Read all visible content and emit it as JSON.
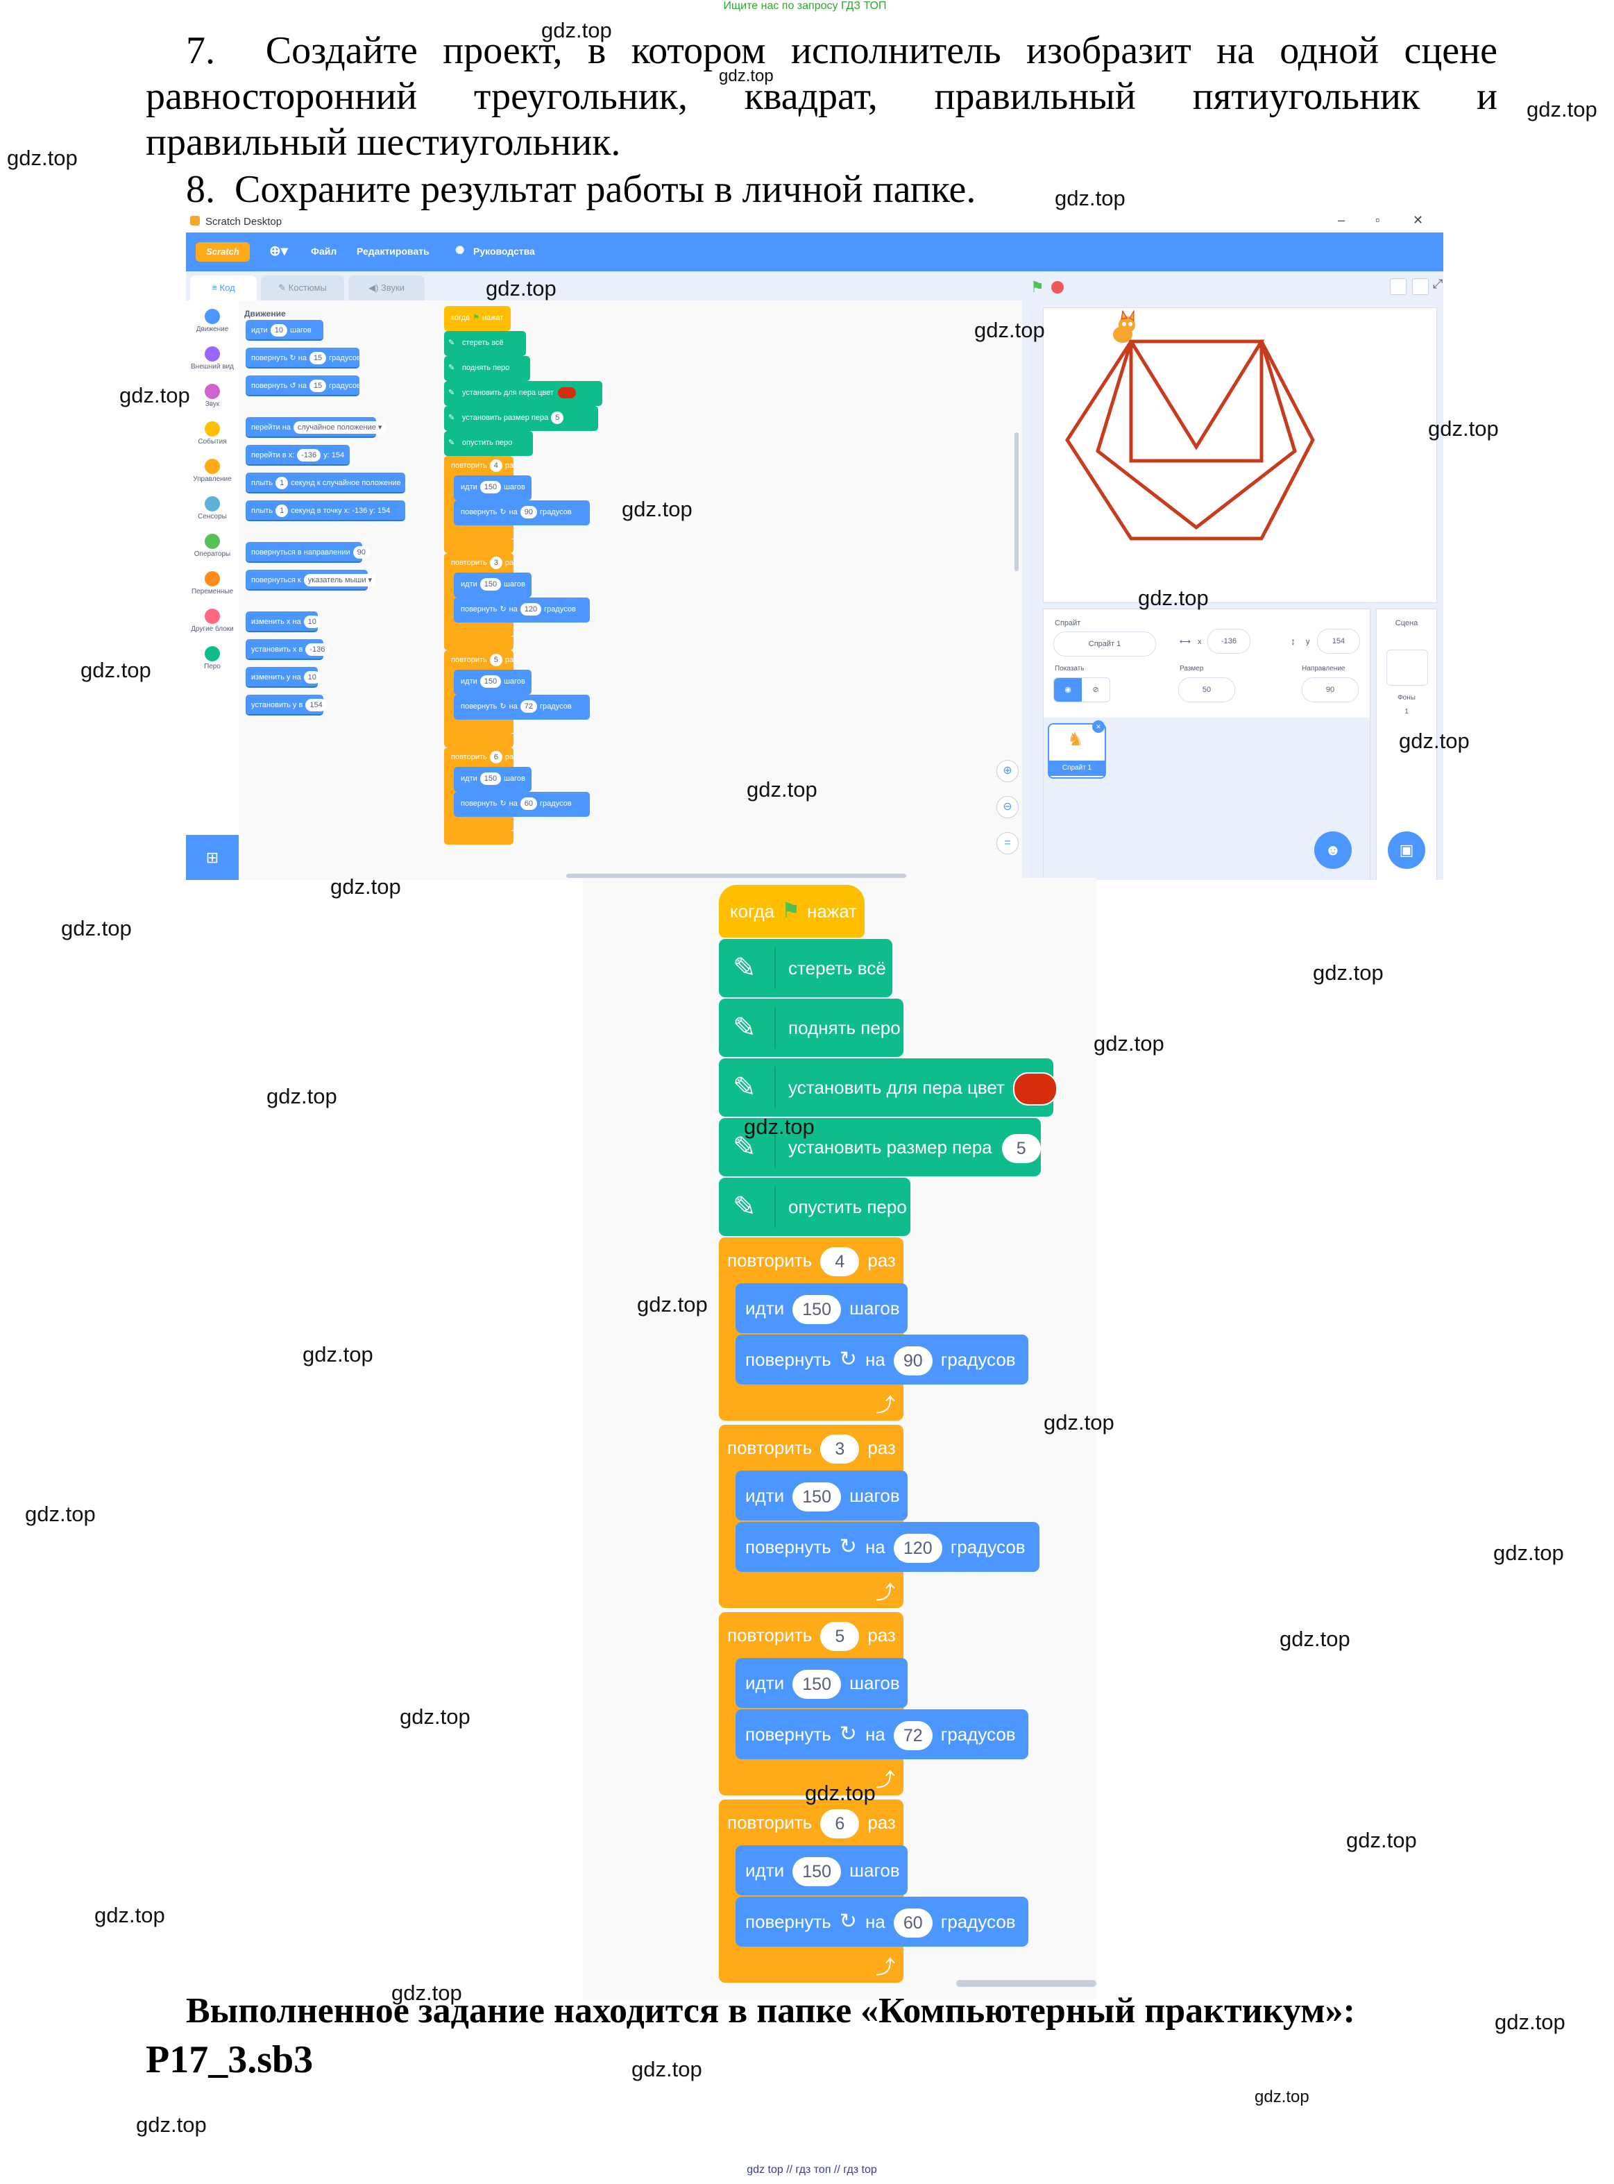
{
  "header_note": "Ищите нас по запросу ГДЗ ТОП",
  "footer_note": "gdz top  //  гдз топ  //  гдз top",
  "task7": {
    "number": "7.",
    "line1": "Создайте проект, в котором исполнитель изобразит на одной сцене",
    "line2": "равносторонний треугольник, квадрат, правильный пятиугольник и",
    "line3": "правильный шестиугольник."
  },
  "task8": {
    "number": "8.",
    "text": "Сохраните результат работы в личной папке."
  },
  "watermark": "gdz.top",
  "result": {
    "line1": "Выполненное задание находится в папке «Компьютерный практикум»:",
    "line2": "P17_3.sb3"
  },
  "window": {
    "title": "Scratch Desktop",
    "brand": "Scratch",
    "menu": [
      "Файл",
      "Редактировать",
      "Руководства"
    ],
    "tabs": [
      "Код",
      "Костюмы",
      "Звуки"
    ],
    "categories": [
      {
        "label": "Движение",
        "color": "#4c97ff"
      },
      {
        "label": "Внешний вид",
        "color": "#9966ff"
      },
      {
        "label": "Звук",
        "color": "#cf63cf"
      },
      {
        "label": "События",
        "color": "#ffbf00"
      },
      {
        "label": "Управление",
        "color": "#ffab19"
      },
      {
        "label": "Сенсоры",
        "color": "#5cb1d6"
      },
      {
        "label": "Операторы",
        "color": "#59c059"
      },
      {
        "label": "Переменные",
        "color": "#ff8c1a"
      },
      {
        "label": "Другие блоки",
        "color": "#ff6680"
      },
      {
        "label": "Перо",
        "color": "#0fbd8c"
      }
    ],
    "palette_title": "Движение",
    "palette_blocks": [
      {
        "a": "идти",
        "v": "10",
        "b": "шагов"
      },
      {
        "a": "повернуть ↻ на",
        "v": "15",
        "b": "градусов"
      },
      {
        "a": "повернуть ↺ на",
        "v": "15",
        "b": "градусов"
      },
      {
        "a": "перейти на",
        "v": "случайное положение ▾",
        "b": ""
      },
      {
        "a": "перейти в x:",
        "v": "-136",
        "b": "y: 154"
      },
      {
        "a": "плыть",
        "v": "1",
        "b": "секунд к случайное положение"
      },
      {
        "a": "плыть",
        "v": "1",
        "b": "секунд в точку x: -136 y: 154"
      },
      {
        "a": "повернуться в направлении",
        "v": "90",
        "b": ""
      },
      {
        "a": "повернуться к",
        "v": "указатель мыши ▾",
        "b": ""
      },
      {
        "a": "изменить x на",
        "v": "10",
        "b": ""
      },
      {
        "a": "установить x в",
        "v": "-136",
        "b": ""
      },
      {
        "a": "изменить y на",
        "v": "10",
        "b": ""
      },
      {
        "a": "установить y в",
        "v": "154",
        "b": ""
      }
    ],
    "sprite": {
      "label": "Спрайт",
      "name": "Спрайт 1",
      "x_label": "x",
      "x": "-136",
      "y_label": "y",
      "y": "154",
      "show_label": "Показать",
      "size_label": "Размер",
      "size": "50",
      "direction_label": "Направление",
      "direction": "90",
      "thumb_label": "Спрайт 1"
    },
    "scene": {
      "label": "Сцена",
      "backdrops_label": "Фоны",
      "backdrops_count": "1"
    }
  },
  "script": {
    "hat": {
      "a": "когда",
      "b": "нажат"
    },
    "pen_blocks": [
      {
        "text": "стереть всё"
      },
      {
        "text": "поднять перо"
      },
      {
        "text": "установить для пера цвет",
        "color": "#d62d0c"
      },
      {
        "text": "установить размер пера",
        "value": "5"
      },
      {
        "text": "опустить перо"
      }
    ],
    "loops": [
      {
        "repeat": "4",
        "steps": "150",
        "angle": "90"
      },
      {
        "repeat": "3",
        "steps": "150",
        "angle": "120"
      },
      {
        "repeat": "5",
        "steps": "150",
        "angle": "72"
      },
      {
        "repeat": "6",
        "steps": "150",
        "angle": "60"
      }
    ],
    "labels": {
      "repeat": "повторить",
      "times": "раз",
      "move": "идти",
      "steps": "шагов",
      "turn": "повернуть",
      "on": "на",
      "degrees": "градусов"
    }
  },
  "colors": {
    "pen": "#0fbd8c",
    "control": "#ffab19",
    "motion": "#4c97ff",
    "events": "#ffbf00",
    "stroke": "#c83c1e"
  }
}
